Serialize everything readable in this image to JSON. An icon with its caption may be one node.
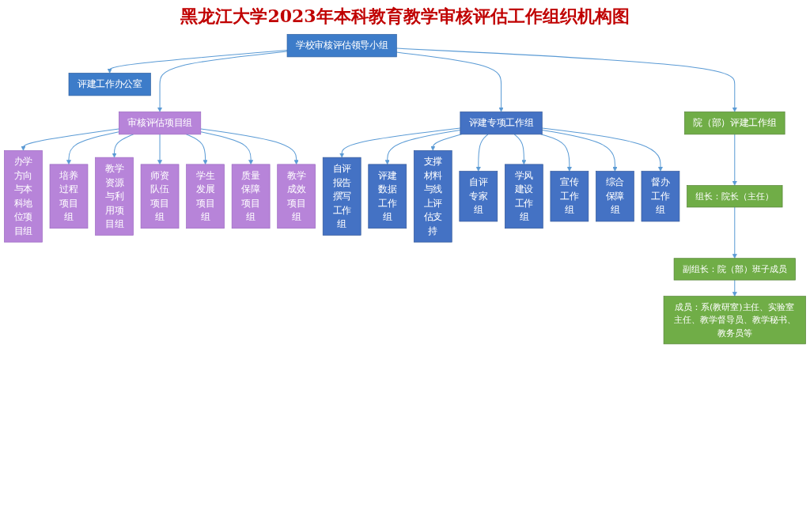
{
  "diagram": {
    "title": "黑龙江大学2023年本科教育教学审核评估工作组织机构图",
    "nodes": [
      {
        "text": [
          "学校审核评估领导小组"
        ]
      },
      {
        "text": [
          "评建工作办公室"
        ]
      },
      {
        "text": [
          "审核评估项目组"
        ]
      },
      {
        "text": [
          "评建专项工作组"
        ]
      },
      {
        "text": [
          "院（部）评建工作组"
        ]
      },
      {
        "text": [
          "办学方向与本科地位项目组"
        ]
      },
      {
        "text": [
          "培养过程项目组"
        ]
      },
      {
        "text": [
          "教学资源与利用项目组"
        ]
      },
      {
        "text": [
          "师资队伍项目组"
        ]
      },
      {
        "text": [
          "学生发展项目组"
        ]
      },
      {
        "text": [
          "质量保障项目组"
        ]
      },
      {
        "text": [
          "教学成效项目组"
        ]
      },
      {
        "text": [
          "自评报告撰写工作组"
        ]
      },
      {
        "text": [
          "评建数据工作组"
        ]
      },
      {
        "text": [
          "支撑材料与线上评估支持"
        ]
      },
      {
        "text": [
          "自评专家组"
        ]
      },
      {
        "text": [
          "学风建设工作组"
        ]
      },
      {
        "text": [
          "宣传工作组"
        ]
      },
      {
        "text": [
          "综合保障组"
        ]
      },
      {
        "text": [
          "督办工作组"
        ]
      },
      {
        "text": [
          "组长：院长（主任）"
        ]
      },
      {
        "text": [
          "副组长：院（部）班子成员"
        ]
      },
      {
        "text": [
          "成员：系(教研室)主任、实验室主任、教学督导员、教学秘书、教务员等"
        ]
      }
    ],
    "edges": [
      {
        "from": 0,
        "to": 1,
        "arrow": "to"
      },
      {
        "from": 0,
        "to": 2,
        "arrow": "to"
      },
      {
        "from": 0,
        "to": 3,
        "arrow": "to"
      },
      {
        "from": 0,
        "to": 4,
        "arrow": "to"
      },
      {
        "from": 2,
        "to": 5,
        "arrow": "to"
      },
      {
        "from": 2,
        "to": 6,
        "arrow": "to"
      },
      {
        "from": 2,
        "to": 7,
        "arrow": "to"
      },
      {
        "from": 2,
        "to": 8,
        "arrow": "to"
      },
      {
        "from": 2,
        "to": 9,
        "arrow": "to"
      },
      {
        "from": 2,
        "to": 10,
        "arrow": "to"
      },
      {
        "from": 2,
        "to": 11,
        "arrow": "to"
      },
      {
        "from": 3,
        "to": 12,
        "arrow": "to"
      },
      {
        "from": 3,
        "to": 13,
        "arrow": "to"
      },
      {
        "from": 3,
        "to": 14,
        "arrow": "to"
      },
      {
        "from": 3,
        "to": 15,
        "arrow": "to"
      },
      {
        "from": 3,
        "to": 16,
        "arrow": "to"
      },
      {
        "from": 3,
        "to": 17,
        "arrow": "to"
      },
      {
        "from": 3,
        "to": 18,
        "arrow": "to"
      },
      {
        "from": 3,
        "to": 19,
        "arrow": "to"
      },
      {
        "from": 4,
        "to": 20,
        "arrow": "to"
      },
      {
        "from": 20,
        "to": 21,
        "arrow": "to"
      },
      {
        "from": 21,
        "to": 22,
        "arrow": "to"
      }
    ]
  }
}
